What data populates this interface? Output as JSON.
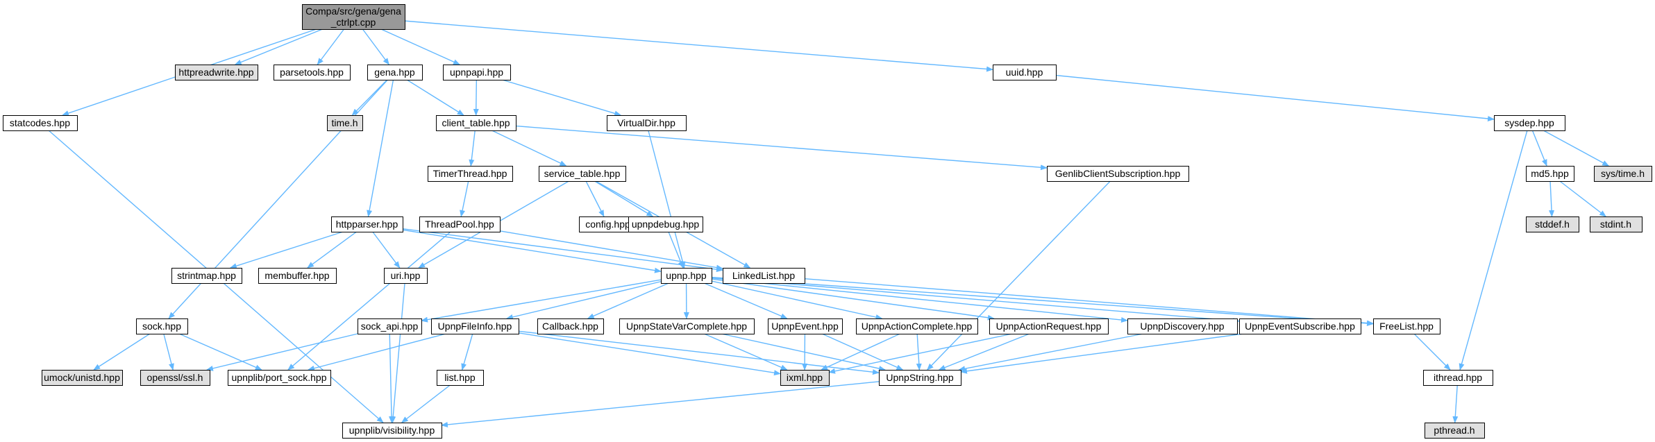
{
  "graph": {
    "colors": {
      "edge": "#63b8ff",
      "root_fill": "#999999",
      "external_fill": "#e0e0e0",
      "internal_fill": "#ffffff"
    },
    "nodes": [
      {
        "id": "root",
        "lines": [
          "Compa/src/gena/gena",
          "_ctrlpt.cpp"
        ],
        "kind": "root"
      },
      {
        "id": "httpreadwrite",
        "lines": [
          "httpreadwrite.hpp"
        ],
        "kind": "external"
      },
      {
        "id": "parsetools",
        "lines": [
          "parsetools.hpp"
        ],
        "kind": "internal"
      },
      {
        "id": "gena",
        "lines": [
          "gena.hpp"
        ],
        "kind": "internal"
      },
      {
        "id": "upnpapi",
        "lines": [
          "upnpapi.hpp"
        ],
        "kind": "internal"
      },
      {
        "id": "uuid",
        "lines": [
          "uuid.hpp"
        ],
        "kind": "internal"
      },
      {
        "id": "statcodes",
        "lines": [
          "statcodes.hpp"
        ],
        "kind": "internal"
      },
      {
        "id": "time_h",
        "lines": [
          "time.h"
        ],
        "kind": "external"
      },
      {
        "id": "client_table",
        "lines": [
          "client_table.hpp"
        ],
        "kind": "internal"
      },
      {
        "id": "virtualdir",
        "lines": [
          "VirtualDir.hpp"
        ],
        "kind": "internal"
      },
      {
        "id": "sysdep",
        "lines": [
          "sysdep.hpp"
        ],
        "kind": "internal"
      },
      {
        "id": "timerthread",
        "lines": [
          "TimerThread.hpp"
        ],
        "kind": "internal"
      },
      {
        "id": "service_table",
        "lines": [
          "service_table.hpp"
        ],
        "kind": "internal"
      },
      {
        "id": "genlib",
        "lines": [
          "GenlibClientSubscription.hpp"
        ],
        "kind": "internal"
      },
      {
        "id": "md5",
        "lines": [
          "md5.hpp"
        ],
        "kind": "internal"
      },
      {
        "id": "systime",
        "lines": [
          "sys/time.h"
        ],
        "kind": "external"
      },
      {
        "id": "httpparser",
        "lines": [
          "httpparser.hpp"
        ],
        "kind": "internal"
      },
      {
        "id": "threadpool",
        "lines": [
          "ThreadPool.hpp"
        ],
        "kind": "internal"
      },
      {
        "id": "config",
        "lines": [
          "config.hpp"
        ],
        "kind": "internal"
      },
      {
        "id": "upnpdebug",
        "lines": [
          "upnpdebug.hpp"
        ],
        "kind": "internal"
      },
      {
        "id": "stddef",
        "lines": [
          "stddef.h"
        ],
        "kind": "external"
      },
      {
        "id": "stdint",
        "lines": [
          "stdint.h"
        ],
        "kind": "external"
      },
      {
        "id": "strintmap",
        "lines": [
          "strintmap.hpp"
        ],
        "kind": "internal"
      },
      {
        "id": "membuffer",
        "lines": [
          "membuffer.hpp"
        ],
        "kind": "internal"
      },
      {
        "id": "uri",
        "lines": [
          "uri.hpp"
        ],
        "kind": "internal"
      },
      {
        "id": "upnp",
        "lines": [
          "upnp.hpp"
        ],
        "kind": "internal"
      },
      {
        "id": "linkedlist",
        "lines": [
          "LinkedList.hpp"
        ],
        "kind": "internal"
      },
      {
        "id": "sock",
        "lines": [
          "sock.hpp"
        ],
        "kind": "internal"
      },
      {
        "id": "sock_api",
        "lines": [
          "sock_api.hpp"
        ],
        "kind": "internal"
      },
      {
        "id": "upnpfileinfo",
        "lines": [
          "UpnpFileInfo.hpp"
        ],
        "kind": "internal"
      },
      {
        "id": "callback",
        "lines": [
          "Callback.hpp"
        ],
        "kind": "internal"
      },
      {
        "id": "upnpstatevar",
        "lines": [
          "UpnpStateVarComplete.hpp"
        ],
        "kind": "internal"
      },
      {
        "id": "upnpevent",
        "lines": [
          "UpnpEvent.hpp"
        ],
        "kind": "internal"
      },
      {
        "id": "upnpactioncomplete",
        "lines": [
          "UpnpActionComplete.hpp"
        ],
        "kind": "internal"
      },
      {
        "id": "upnpactionrequest",
        "lines": [
          "UpnpActionRequest.hpp"
        ],
        "kind": "internal"
      },
      {
        "id": "upnpdiscovery",
        "lines": [
          "UpnpDiscovery.hpp"
        ],
        "kind": "internal"
      },
      {
        "id": "upnpeventsubscribe",
        "lines": [
          "UpnpEventSubscribe.hpp"
        ],
        "kind": "internal"
      },
      {
        "id": "freelist",
        "lines": [
          "FreeList.hpp"
        ],
        "kind": "internal"
      },
      {
        "id": "umock",
        "lines": [
          "umock/unistd.hpp"
        ],
        "kind": "external"
      },
      {
        "id": "openssl",
        "lines": [
          "openssl/ssl.h"
        ],
        "kind": "external"
      },
      {
        "id": "port_sock",
        "lines": [
          "upnplib/port_sock.hpp"
        ],
        "kind": "internal"
      },
      {
        "id": "list",
        "lines": [
          "list.hpp"
        ],
        "kind": "internal"
      },
      {
        "id": "ixml",
        "lines": [
          "ixml.hpp"
        ],
        "kind": "external"
      },
      {
        "id": "upnpstring",
        "lines": [
          "UpnpString.hpp"
        ],
        "kind": "internal"
      },
      {
        "id": "ithread",
        "lines": [
          "ithread.hpp"
        ],
        "kind": "internal"
      },
      {
        "id": "visibility",
        "lines": [
          "upnplib/visibility.hpp"
        ],
        "kind": "internal"
      },
      {
        "id": "pthread",
        "lines": [
          "pthread.h"
        ],
        "kind": "external"
      }
    ],
    "edges": [
      [
        "root",
        "httpreadwrite"
      ],
      [
        "root",
        "parsetools"
      ],
      [
        "root",
        "gena"
      ],
      [
        "root",
        "upnpapi"
      ],
      [
        "root",
        "uuid"
      ],
      [
        "root",
        "statcodes"
      ],
      [
        "gena",
        "time_h"
      ],
      [
        "gena",
        "client_table"
      ],
      [
        "gena",
        "httpparser"
      ],
      [
        "gena",
        "sock"
      ],
      [
        "upnpapi",
        "client_table"
      ],
      [
        "upnpapi",
        "virtualdir"
      ],
      [
        "uuid",
        "sysdep"
      ],
      [
        "statcodes",
        "visibility"
      ],
      [
        "client_table",
        "timerthread"
      ],
      [
        "client_table",
        "service_table"
      ],
      [
        "client_table",
        "genlib"
      ],
      [
        "virtualdir",
        "upnp"
      ],
      [
        "sysdep",
        "md5"
      ],
      [
        "sysdep",
        "systime"
      ],
      [
        "sysdep",
        "ithread"
      ],
      [
        "timerthread",
        "threadpool"
      ],
      [
        "service_table",
        "config"
      ],
      [
        "service_table",
        "upnpdebug"
      ],
      [
        "service_table",
        "uri"
      ],
      [
        "service_table",
        "linkedlist"
      ],
      [
        "genlib",
        "upnpstring"
      ],
      [
        "md5",
        "stddef"
      ],
      [
        "md5",
        "stdint"
      ],
      [
        "httpparser",
        "strintmap"
      ],
      [
        "httpparser",
        "membuffer"
      ],
      [
        "httpparser",
        "uri"
      ],
      [
        "httpparser",
        "upnp"
      ],
      [
        "httpparser",
        "linkedlist"
      ],
      [
        "threadpool",
        "linkedlist"
      ],
      [
        "threadpool",
        "port_sock"
      ],
      [
        "upnpdebug",
        "upnp"
      ],
      [
        "uri",
        "visibility"
      ],
      [
        "upnp",
        "sock_api"
      ],
      [
        "upnp",
        "upnpfileinfo"
      ],
      [
        "upnp",
        "callback"
      ],
      [
        "upnp",
        "upnpstatevar"
      ],
      [
        "upnp",
        "upnpevent"
      ],
      [
        "upnp",
        "upnpactioncomplete"
      ],
      [
        "upnp",
        "upnpactionrequest"
      ],
      [
        "upnp",
        "upnpdiscovery"
      ],
      [
        "upnp",
        "upnpeventsubscribe"
      ],
      [
        "upnp",
        "freelist"
      ],
      [
        "linkedlist",
        "freelist"
      ],
      [
        "sock",
        "umock"
      ],
      [
        "sock",
        "openssl"
      ],
      [
        "sock",
        "port_sock"
      ],
      [
        "sock_api",
        "openssl"
      ],
      [
        "sock_api",
        "visibility"
      ],
      [
        "upnpfileinfo",
        "port_sock"
      ],
      [
        "upnpfileinfo",
        "list"
      ],
      [
        "upnpfileinfo",
        "ixml"
      ],
      [
        "upnpfileinfo",
        "upnpstring"
      ],
      [
        "upnpstatevar",
        "ixml"
      ],
      [
        "upnpstatevar",
        "upnpstring"
      ],
      [
        "upnpevent",
        "ixml"
      ],
      [
        "upnpevent",
        "upnpstring"
      ],
      [
        "upnpactioncomplete",
        "ixml"
      ],
      [
        "upnpactioncomplete",
        "upnpstring"
      ],
      [
        "upnpactionrequest",
        "ixml"
      ],
      [
        "upnpactionrequest",
        "upnpstring"
      ],
      [
        "upnpdiscovery",
        "upnpstring"
      ],
      [
        "upnpeventsubscribe",
        "upnpstring"
      ],
      [
        "freelist",
        "ithread"
      ],
      [
        "list",
        "visibility"
      ],
      [
        "upnpstring",
        "visibility"
      ],
      [
        "ithread",
        "pthread"
      ]
    ]
  }
}
